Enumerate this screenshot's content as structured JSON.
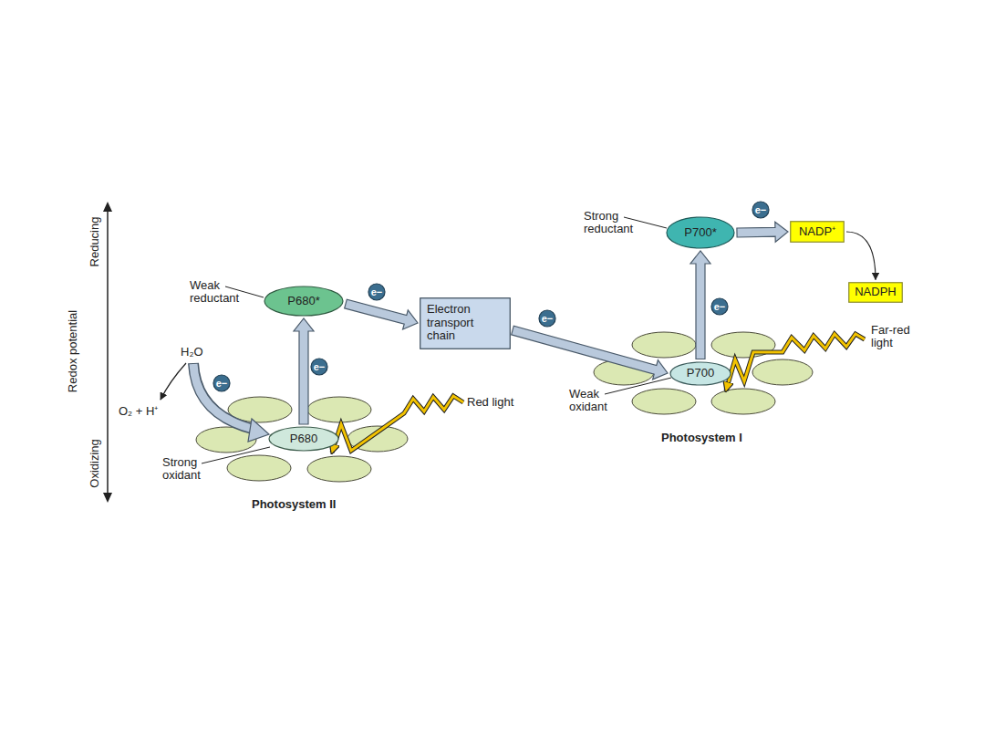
{
  "diagram": {
    "nodes": [
      {
        "text": [
          "P680*"
        ]
      },
      {
        "text": [
          "Electron transport chain"
        ]
      },
      {
        "text": [
          "P680"
        ]
      },
      {
        "text": [
          "P700*"
        ]
      },
      {
        "text": [
          "NADP⁺"
        ]
      },
      {
        "text": [
          "NADPH"
        ]
      },
      {
        "text": [
          "P700"
        ]
      },
      {
        "text": [
          "e−"
        ]
      },
      {
        "text": [
          "e−"
        ]
      },
      {
        "text": [
          "e−"
        ]
      },
      {
        "text": [
          "e−"
        ]
      },
      {
        "text": [
          "e−"
        ]
      },
      {
        "text": [
          "e−"
        ]
      }
    ],
    "edges": [
      {
        "from": 2,
        "to": 0,
        "arrow": "to"
      },
      {
        "from": 0,
        "to": 1,
        "arrow": "to"
      },
      {
        "from": 1,
        "to": 6,
        "arrow": "to"
      },
      {
        "from": 6,
        "to": 3,
        "arrow": "to"
      },
      {
        "from": 3,
        "to": 4,
        "arrow": "to"
      },
      {
        "from": 4,
        "to": 5,
        "arrow": "to"
      }
    ],
    "labels": [
      "Reducing",
      "Redox potential",
      "Oxidizing",
      "Weak reductant",
      "H₂O",
      "O₂ + H⁺",
      "Strong oxidant",
      "Red light",
      "Photosystem II",
      "Strong reductant",
      "Weak oxidant",
      "Far-red light",
      "Photosystem I"
    ]
  }
}
